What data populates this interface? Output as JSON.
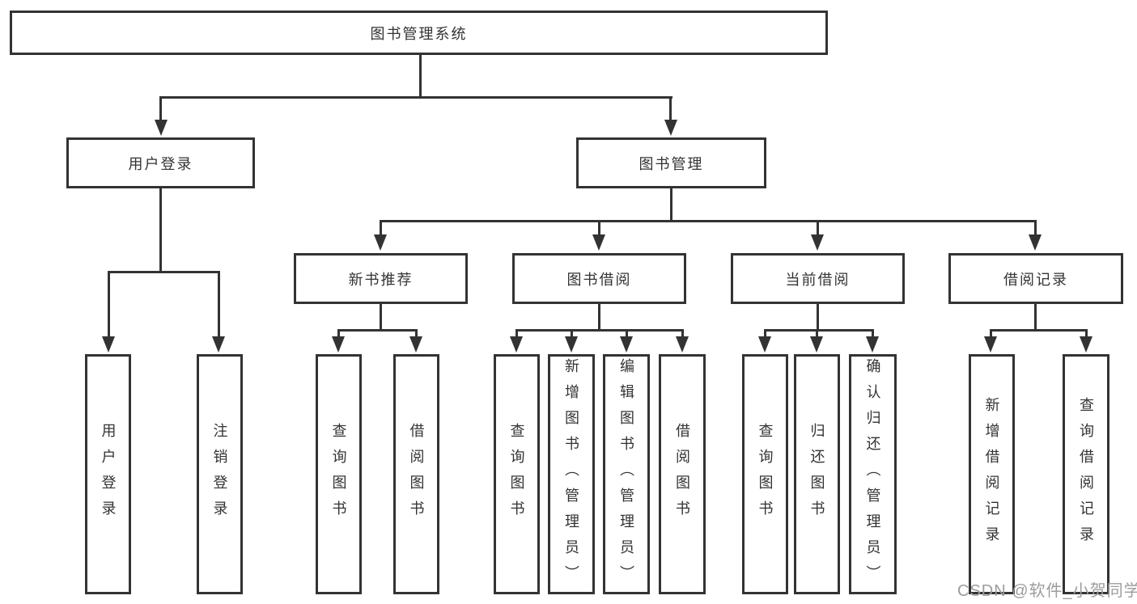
{
  "tree": {
    "root": {
      "label": "图书管理系统"
    },
    "user_login": {
      "label": "用户登录",
      "children": [
        {
          "label": "用户登录"
        },
        {
          "label": "注销登录"
        }
      ]
    },
    "book_mgmt": {
      "label": "图书管理",
      "children": [
        {
          "label": "新书推荐",
          "children": [
            {
              "label": "查询图书"
            },
            {
              "label": "借阅图书"
            }
          ]
        },
        {
          "label": "图书借阅",
          "children": [
            {
              "label": "查询图书"
            },
            {
              "label": "新增图书（管理员）"
            },
            {
              "label": "编辑图书（管理员）"
            },
            {
              "label": "借阅图书"
            }
          ]
        },
        {
          "label": "当前借阅",
          "children": [
            {
              "label": "查询图书"
            },
            {
              "label": "归还图书"
            },
            {
              "label": "确认归还（管理员）"
            }
          ]
        },
        {
          "label": "借阅记录",
          "children": [
            {
              "label": "新增借阅记录"
            },
            {
              "label": "查询借阅记录"
            }
          ]
        }
      ]
    }
  },
  "watermark": "CSDN @软件_小贺同学",
  "colors": {
    "line": "#333333",
    "text": "#333333",
    "box_background": "#ffffff",
    "watermark": "#9c9c9c"
  }
}
